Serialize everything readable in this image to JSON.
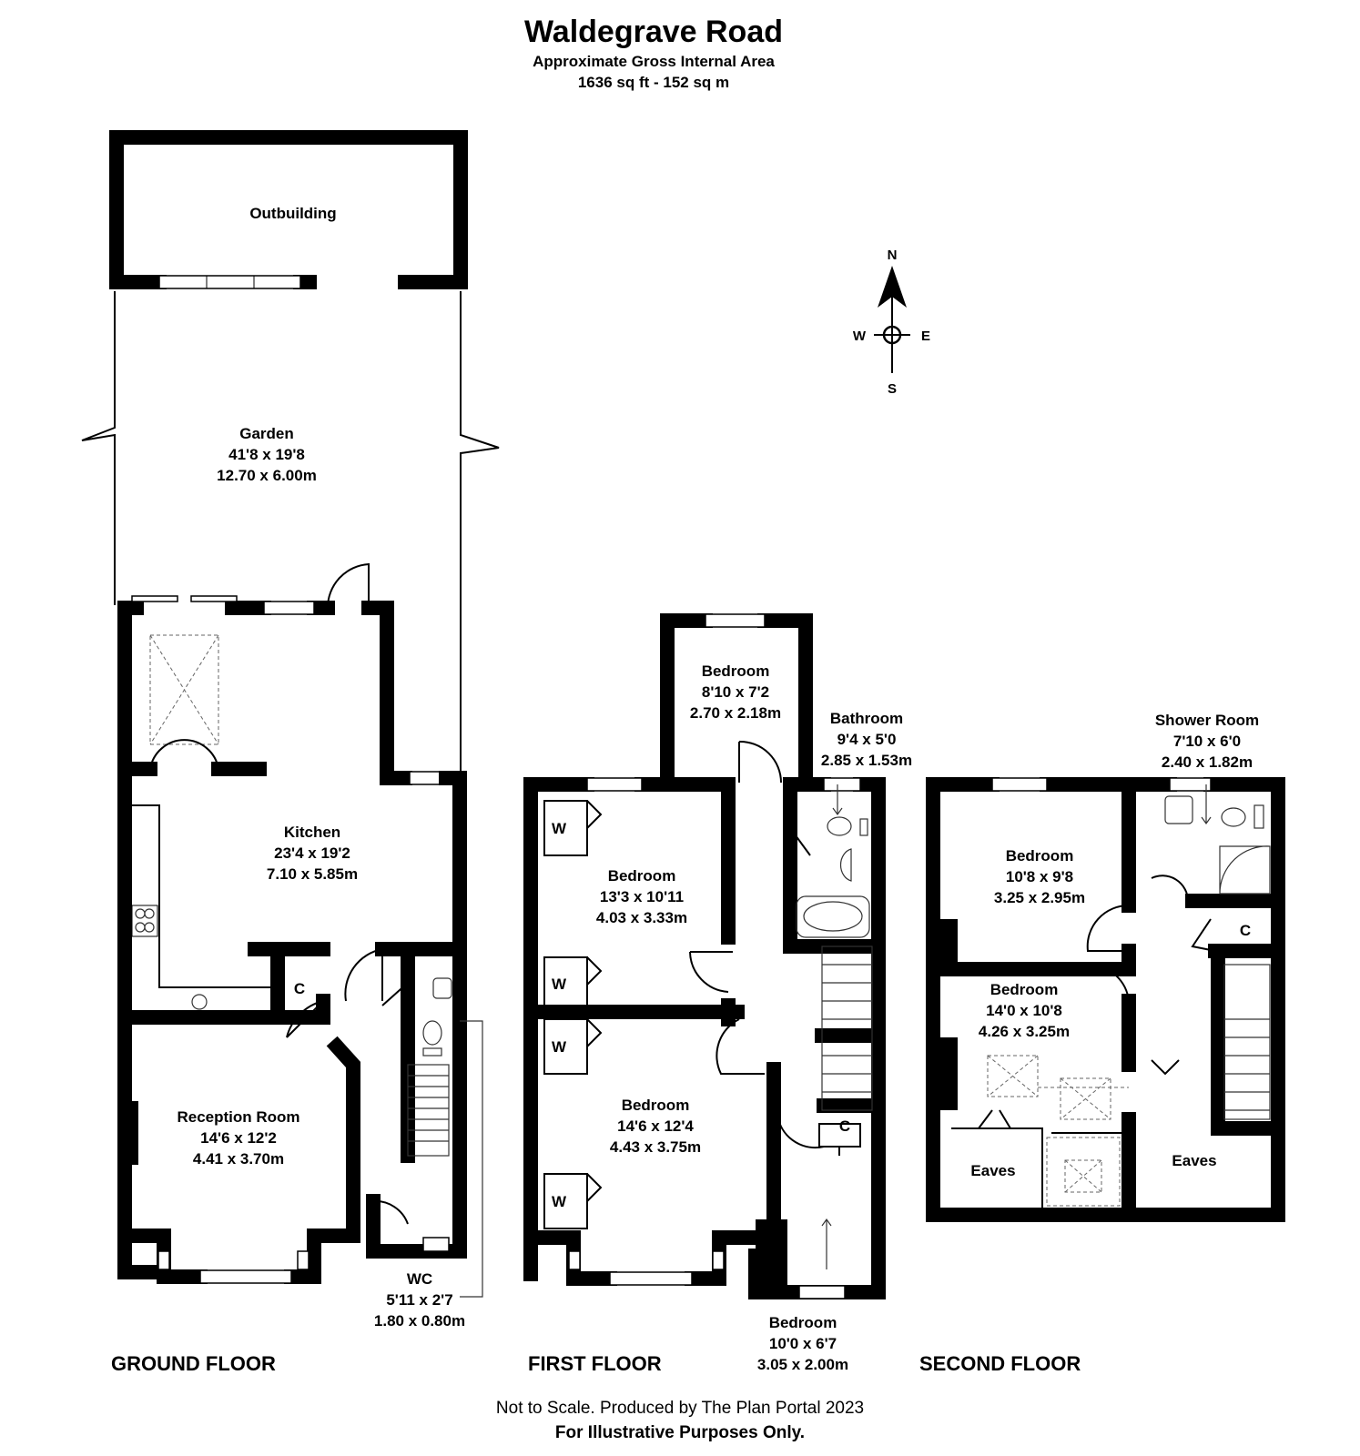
{
  "header": {
    "title": "Waldegrave Road",
    "subtitle": "Approximate Gross Internal Area",
    "area": "1636 sq ft - 152 sq m"
  },
  "compass": {
    "n": "N",
    "s": "S",
    "e": "E",
    "w": "W"
  },
  "ground_floor": {
    "label": "GROUND FLOOR",
    "outbuilding": {
      "name": "Outbuilding"
    },
    "garden": {
      "name": "Garden",
      "imperial": "41'8 x 19'8",
      "metric": "12.70 x 6.00m"
    },
    "kitchen": {
      "name": "Kitchen",
      "imperial": "23'4 x 19'2",
      "metric": "7.10 x 5.85m"
    },
    "reception": {
      "name": "Reception Room",
      "imperial": "14'6 x 12'2",
      "metric": "4.41 x 3.70m"
    },
    "wc": {
      "name": "WC",
      "imperial": "5'11 x 2'7",
      "metric": "1.80 x 0.80m"
    },
    "cupboard": "C"
  },
  "first_floor": {
    "label": "FIRST FLOOR",
    "bedroom_rear": {
      "name": "Bedroom",
      "imperial": "8'10 x 7'2",
      "metric": "2.70 x 2.18m"
    },
    "bathroom": {
      "name": "Bathroom",
      "imperial": "9'4 x 5'0",
      "metric": "2.85 x 1.53m"
    },
    "bedroom_mid": {
      "name": "Bedroom",
      "imperial": "13'3 x 10'11",
      "metric": "4.03 x 3.33m"
    },
    "bedroom_front": {
      "name": "Bedroom",
      "imperial": "14'6 x 12'4",
      "metric": "4.43 x 3.75m"
    },
    "bedroom_small": {
      "name": "Bedroom",
      "imperial": "10'0 x 6'7",
      "metric": "3.05 x 2.00m"
    },
    "wardrobe": "W",
    "cupboard": "C"
  },
  "second_floor": {
    "label": "SECOND FLOOR",
    "shower": {
      "name": "Shower Room",
      "imperial": "7'10 x 6'0",
      "metric": "2.40 x 1.82m"
    },
    "bedroom_rear": {
      "name": "Bedroom",
      "imperial": "10'8 x 9'8",
      "metric": "3.25 x 2.95m"
    },
    "bedroom_front": {
      "name": "Bedroom",
      "imperial": "14'0 x 10'8",
      "metric": "4.26 x 3.25m"
    },
    "eaves_left": "Eaves",
    "eaves_right": "Eaves",
    "cupboard": "C"
  },
  "footer": {
    "line1": "Not to Scale. Produced by The Plan Portal 2023",
    "line2": "For Illustrative Purposes Only."
  }
}
